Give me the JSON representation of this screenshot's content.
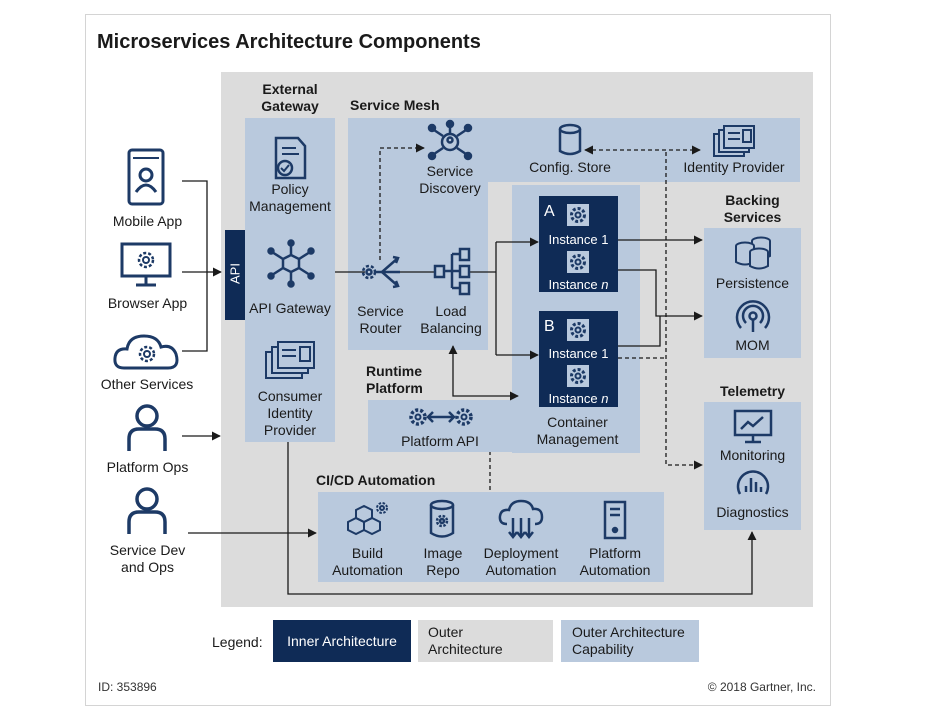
{
  "title": "Microservices Architecture Components",
  "clients": {
    "mobile_app": "Mobile App",
    "browser_app": "Browser App",
    "other_services": "Other Services",
    "platform_ops": "Platform Ops",
    "service_dev_ops": "Service Dev and Ops"
  },
  "api_tab": "API",
  "external_gateway": {
    "title": "External Gateway",
    "policy_management": "Policy Management",
    "api_gateway": "API Gateway",
    "consumer_identity_provider": "Consumer Identity Provider"
  },
  "service_mesh": {
    "title": "Service Mesh",
    "service_discovery": "Service Discovery",
    "config_store": "Config. Store",
    "identity_provider": "Identity Provider",
    "service_router": "Service Router",
    "load_balancing": "Load Balancing"
  },
  "containers": {
    "a_letter": "A",
    "b_letter": "B",
    "instance_1": "Instance 1",
    "instance_n_prefix": "Instance ",
    "instance_n_var": "n",
    "container_management": "Container Management"
  },
  "runtime_platform": {
    "title": "Runtime Platform",
    "platform_api": "Platform API"
  },
  "backing_services": {
    "title": "Backing Services",
    "persistence": "Persistence",
    "mom": "MOM"
  },
  "telemetry": {
    "title": "Telemetry",
    "monitoring": "Monitoring",
    "diagnostics": "Diagnostics"
  },
  "cicd": {
    "title": "CI/CD Automation",
    "build_automation": "Build Automation",
    "image_repo": "Image Repo",
    "deployment_automation": "Deployment Automation",
    "platform_automation": "Platform Automation"
  },
  "legend": {
    "label": "Legend:",
    "inner": "Inner Architecture",
    "outer": "Outer Architecture",
    "capability": "Outer Architecture Capability"
  },
  "footer": {
    "id": "ID: 353896",
    "copyright": "© 2018 Gartner, Inc."
  },
  "colors": {
    "inner": "#0f2b56",
    "outer": "#dcdcdc",
    "capability": "#b9c9dd",
    "icon": "#1d3a66"
  }
}
